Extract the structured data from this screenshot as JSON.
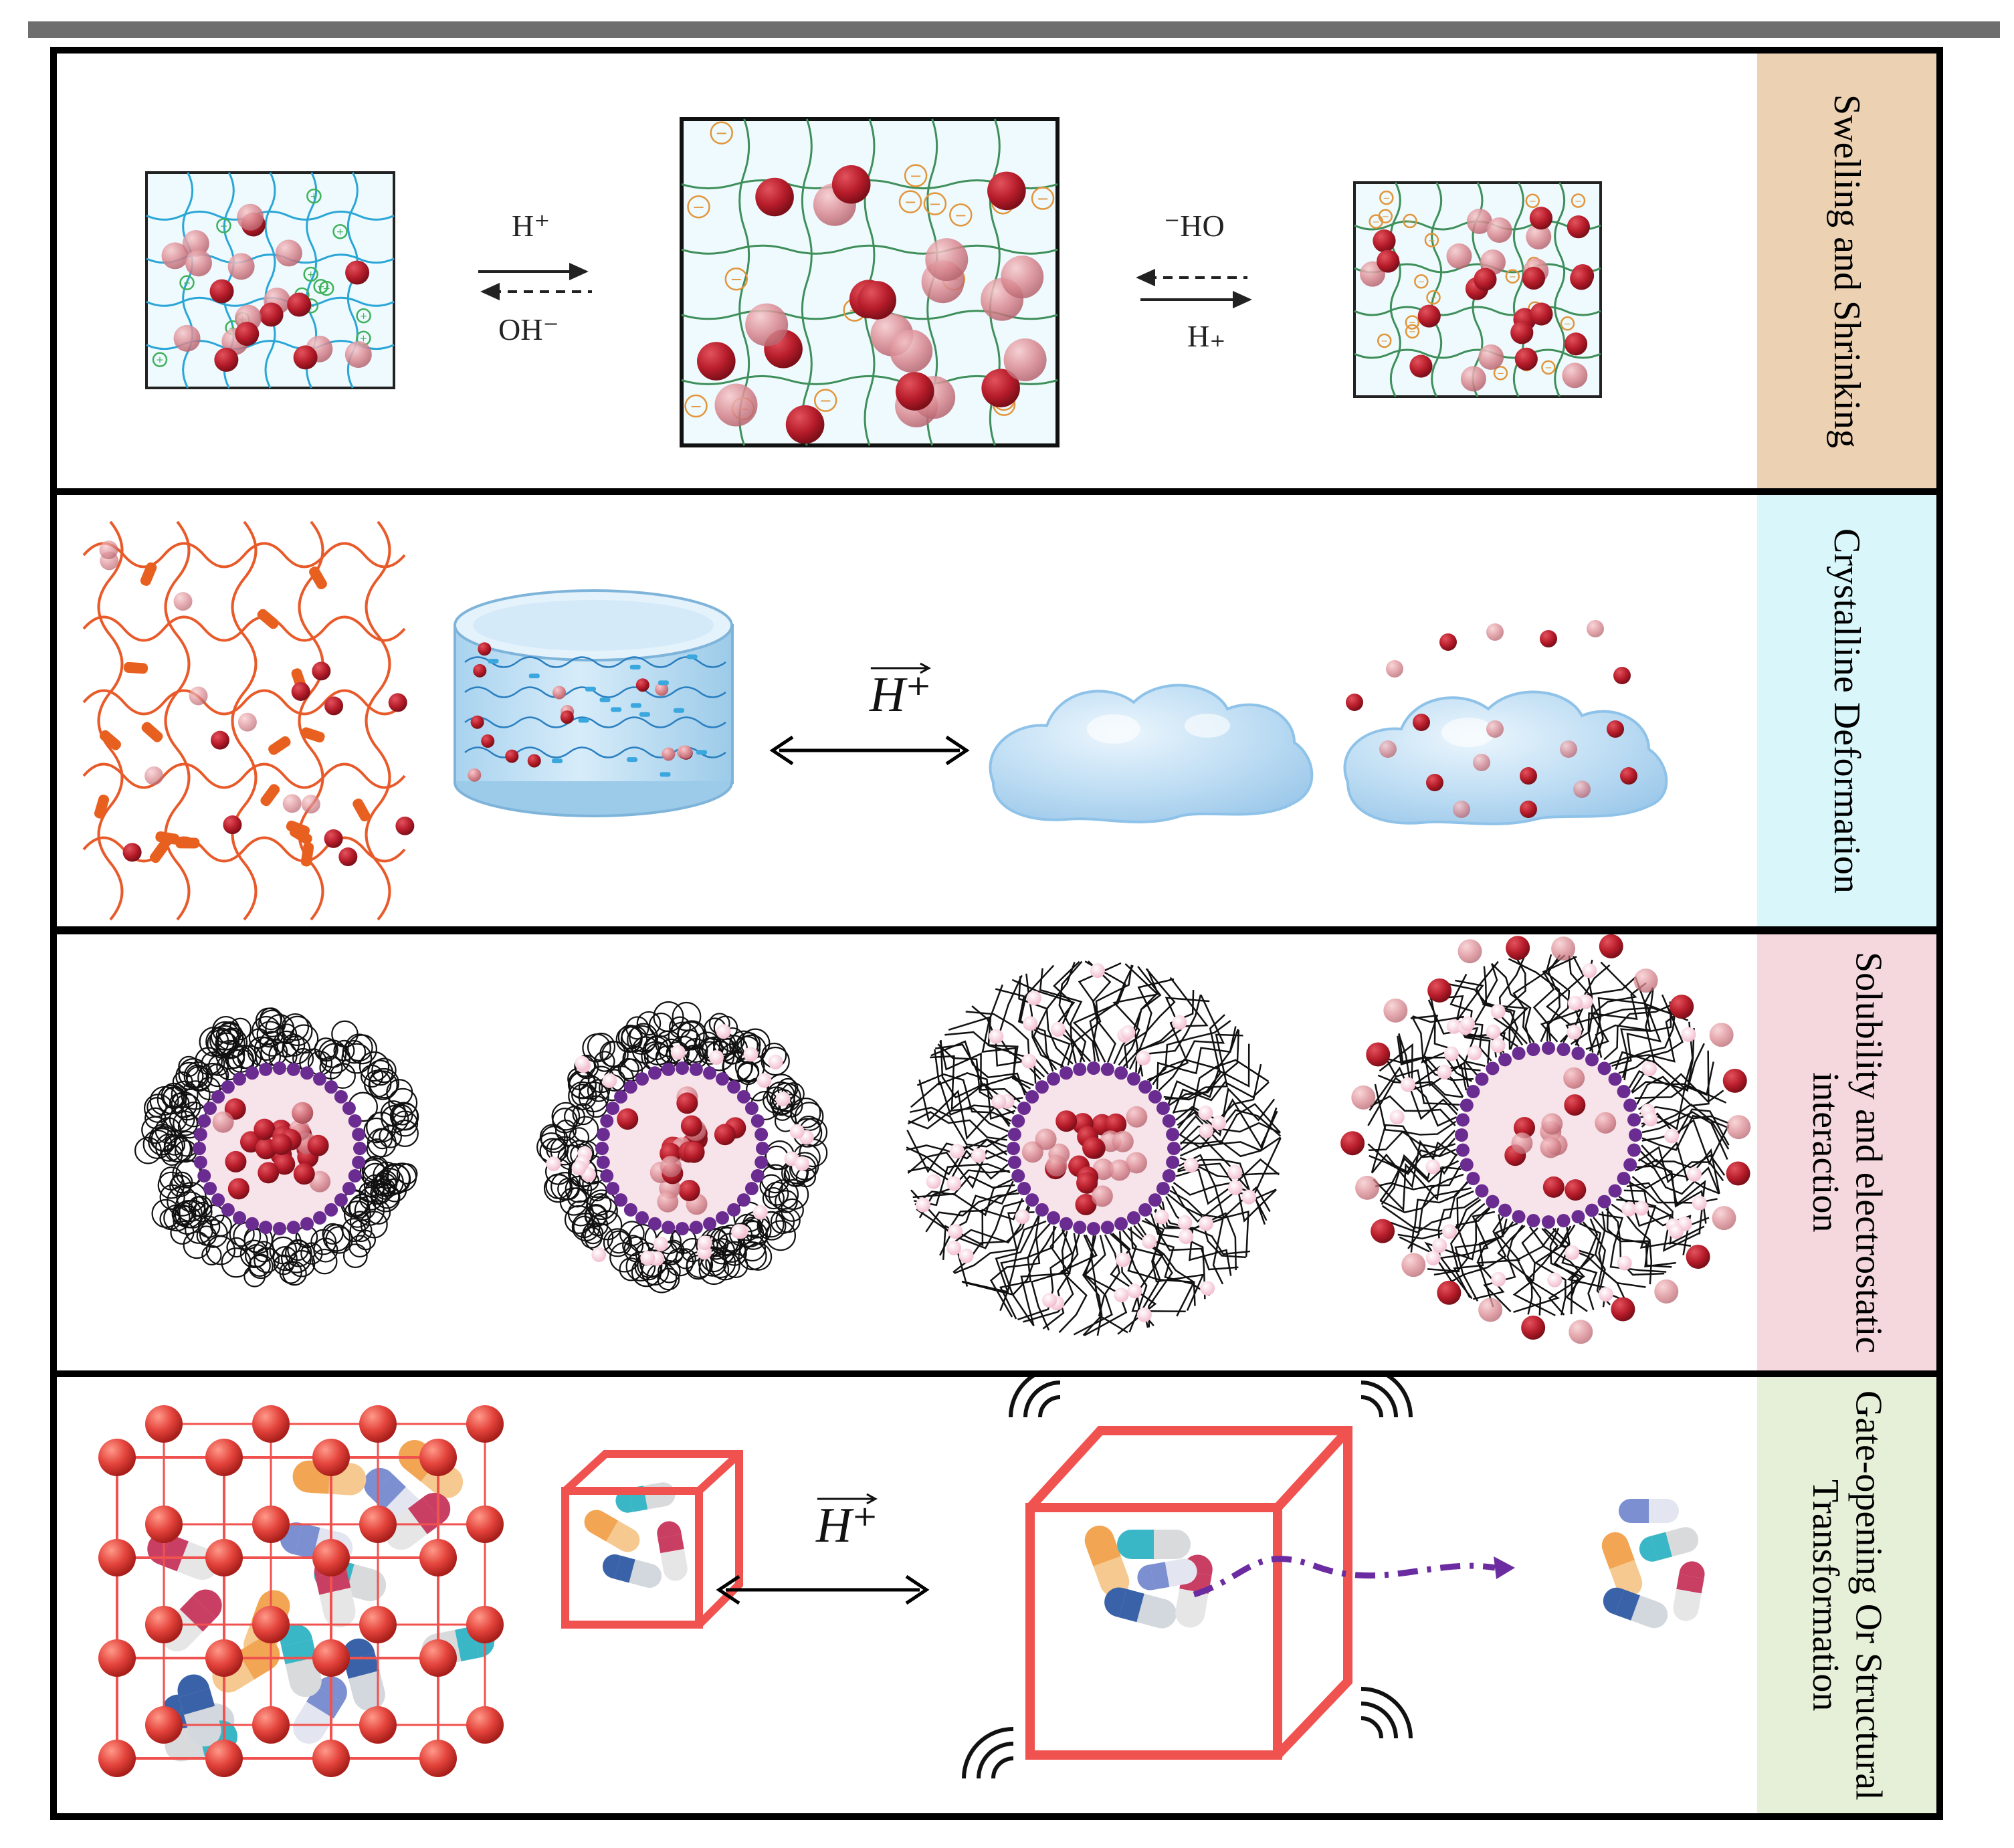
{
  "panels": [
    {
      "id": "swelling",
      "label": "Swelling and Shrinking",
      "label_bg": "#ecd1b3",
      "arrow_left": {
        "top": "H⁺",
        "bottom": "OH⁻"
      },
      "arrow_right": {
        "top": "⁻HO",
        "bottom": "H₊"
      }
    },
    {
      "id": "crystalline",
      "label": "Crystalline Deformation",
      "label_bg": "#d9f7fb",
      "arrow_label": "H⁺"
    },
    {
      "id": "solubility",
      "label": "Solubility and electrostatic interaction",
      "label_bg": "#f4d8de"
    },
    {
      "id": "gate",
      "label": "Gate-opening Or Structural Transformation",
      "label_bg": "#e6efd8",
      "arrow_label": "H⁺"
    }
  ],
  "colors": {
    "border": "#000000",
    "particle_dark": "#b71c2a",
    "particle_light": "#e29aa0",
    "network_blue": "#2aa6d6",
    "network_green": "#3f8f5a",
    "network_orange": "#e85a2a",
    "purple_shell": "#6a2c91",
    "framework_red": "#f0524f",
    "dashed_purple": "#6a2ca0"
  }
}
